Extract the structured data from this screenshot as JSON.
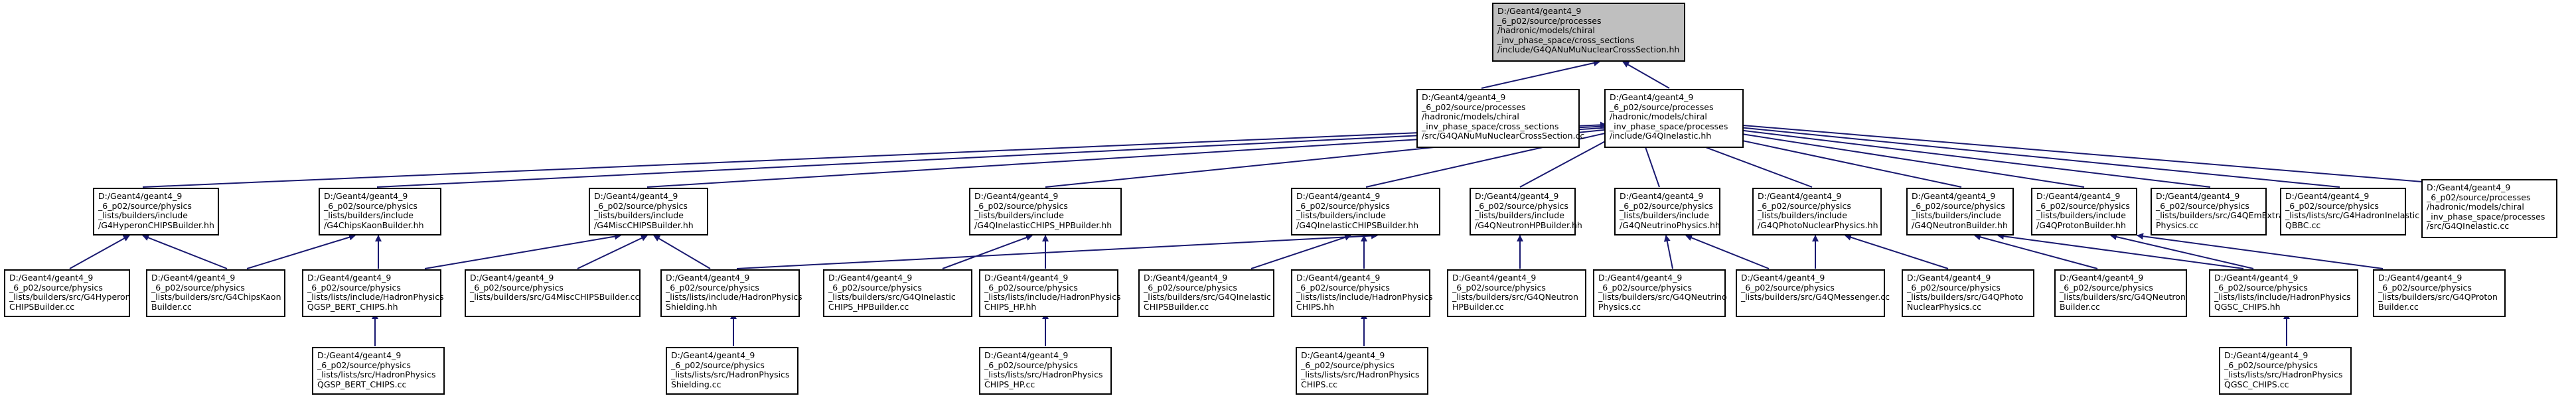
{
  "nodes": {
    "root": "D:/Geant4/geant4_9\n_6_p02/source/processes\n/hadronic/models/chiral\n_inv_phase_space/cross_sections\n/include/G4QANuMuNuclearCrossSection.hh",
    "cc_root": "D:/Geant4/geant4_9\n_6_p02/source/processes\n/hadronic/models/chiral\n_inv_phase_space/cross_sections\n/src/G4QANuMuNuclearCrossSection.cc",
    "qinelastic": "D:/Geant4/geant4_9\n_6_p02/source/processes\n/hadronic/models/chiral\n_inv_phase_space/processes\n/include/G4QInelastic.hh",
    "hyperon": "D:/Geant4/geant4_9\n_6_p02/source/physics\n_lists/builders/include\n/G4HyperonCHIPSBuilder.hh",
    "chipskaon": "D:/Geant4/geant4_9\n_6_p02/source/physics\n_lists/builders/include\n/G4ChipsKaonBuilder.hh",
    "misc": "D:/Geant4/geant4_9\n_6_p02/source/physics\n_lists/builders/include\n/G4MiscCHIPSBuilder.hh",
    "qinel_hp": "D:/Geant4/geant4_9\n_6_p02/source/physics\n_lists/builders/include\n/G4QInelasticCHIPS_HPBuilder.hh",
    "qinel_b": "D:/Geant4/geant4_9\n_6_p02/source/physics\n_lists/builders/include\n/G4QInelasticCHIPSBuilder.hh",
    "qneutronhp": "D:/Geant4/geant4_9\n_6_p02/source/physics\n_lists/builders/include\n/G4QNeutronHPBuilder.hh",
    "qneutrino": "D:/Geant4/geant4_9\n_6_p02/source/physics\n_lists/builders/include\n/G4QNeutrinoPhysics.hh",
    "qphoto": "D:/Geant4/geant4_9\n_6_p02/source/physics\n_lists/builders/include\n/G4QPhotoNuclearPhysics.hh",
    "qneutronb": "D:/Geant4/geant4_9\n_6_p02/source/physics\n_lists/builders/include\n/G4QNeutronBuilder.hh",
    "qprotonb": "D:/Geant4/geant4_9\n_6_p02/source/physics\n_lists/builders/include\n/G4QProtonBuilder.hh",
    "qemextra": "D:/Geant4/geant4_9\n_6_p02/source/physics\n_lists/builders/src/G4QEmExtra\nPhysics.cc",
    "qbbc": "D:/Geant4/geant4_9\n_6_p02/source/physics\n_lists/lists/src/G4HadronInelastic\nQBBC.cc",
    "qinel_cc": "D:/Geant4/geant4_9\n_6_p02/source/processes\n/hadronic/models/chiral\n_inv_phase_space/processes\n/src/G4QInelastic.cc",
    "hyperon_cc": "D:/Geant4/geant4_9\n_6_p02/source/physics\n_lists/builders/src/G4Hyperon\nCHIPSBuilder.cc",
    "chipskaon_cc": "D:/Geant4/geant4_9\n_6_p02/source/physics\n_lists/builders/src/G4ChipsKaon\nBuilder.cc",
    "qgsp_bert_hh": "D:/Geant4/geant4_9\n_6_p02/source/physics\n_lists/lists/include/HadronPhysics\nQGSP_BERT_CHIPS.hh",
    "misc_cc": "D:/Geant4/geant4_9\n_6_p02/source/physics\n_lists/builders/src/G4MiscCHIPSBuilder.cc",
    "shield_hh": "D:/Geant4/geant4_9\n_6_p02/source/physics\n_lists/lists/include/HadronPhysics\nShielding.hh",
    "qinel_hp_cc": "D:/Geant4/geant4_9\n_6_p02/source/physics\n_lists/builders/src/G4QInelastic\nCHIPS_HPBuilder.cc",
    "chips_hp_hh": "D:/Geant4/geant4_9\n_6_p02/source/physics\n_lists/lists/include/HadronPhysics\nCHIPS_HP.hh",
    "qinel_b_cc": "D:/Geant4/geant4_9\n_6_p02/source/physics\n_lists/builders/src/G4QInelastic\nCHIPSBuilder.cc",
    "chips_hh": "D:/Geant4/geant4_9\n_6_p02/source/physics\n_lists/lists/include/HadronPhysics\nCHIPS.hh",
    "qneutronhp_cc": "D:/Geant4/geant4_9\n_6_p02/source/physics\n_lists/builders/src/G4QNeutron\nHPBuilder.cc",
    "qneutrino_cc": "D:/Geant4/geant4_9\n_6_p02/source/physics\n_lists/builders/src/G4QNeutrino\nPhysics.cc",
    "qmessenger_cc": "D:/Geant4/geant4_9\n_6_p02/source/physics\n_lists/builders/src/G4QMessenger.cc",
    "qphoto_cc": "D:/Geant4/geant4_9\n_6_p02/source/physics\n_lists/builders/src/G4QPhoto\nNuclearPhysics.cc",
    "qneutronb_cc": "D:/Geant4/geant4_9\n_6_p02/source/physics\n_lists/builders/src/G4QNeutron\nBuilder.cc",
    "qgsc_hh": "D:/Geant4/geant4_9\n_6_p02/source/physics\n_lists/lists/include/HadronPhysics\nQGSC_CHIPS.hh",
    "qprotonb_cc": "D:/Geant4/geant4_9\n_6_p02/source/physics\n_lists/builders/src/G4QProton\nBuilder.cc",
    "qgsp_bert_cc": "D:/Geant4/geant4_9\n_6_p02/source/physics\n_lists/lists/src/HadronPhysics\nQGSP_BERT_CHIPS.cc",
    "shield_cc": "D:/Geant4/geant4_9\n_6_p02/source/physics\n_lists/lists/src/HadronPhysics\nShielding.cc",
    "chips_hp_cc": "D:/Geant4/geant4_9\n_6_p02/source/physics\n_lists/lists/src/HadronPhysics\nCHIPS_HP.cc",
    "chips_cc": "D:/Geant4/geant4_9\n_6_p02/source/physics\n_lists/lists/src/HadronPhysics\nCHIPS.cc",
    "qgsc_cc": "D:/Geant4/geant4_9\n_6_p02/source/physics\n_lists/lists/src/HadronPhysics\nQGSC_CHIPS.cc"
  },
  "colors": {
    "edge": "#191970",
    "root_fill": "#bfbfbf",
    "node_border": "#000000"
  }
}
